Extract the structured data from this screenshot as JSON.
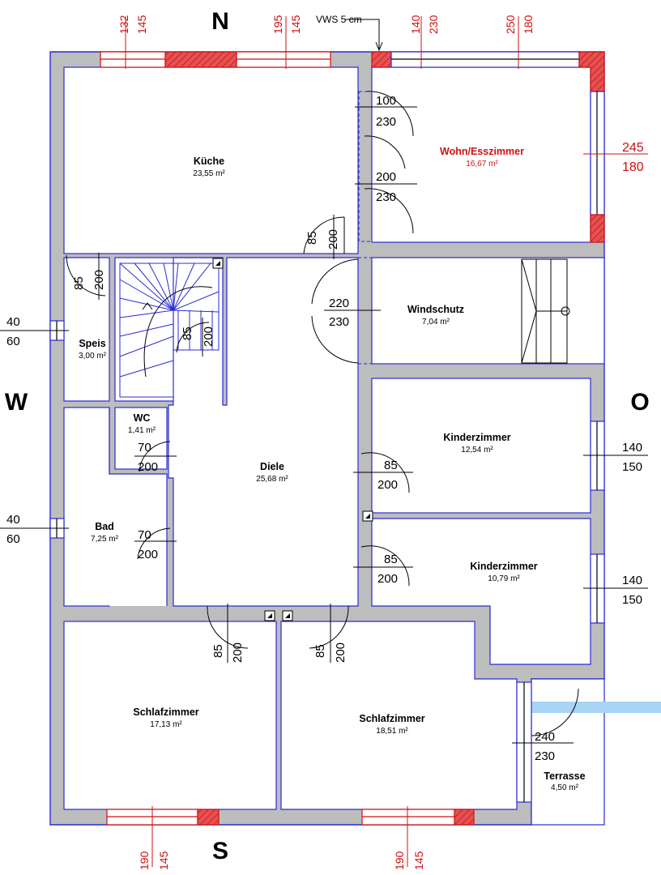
{
  "compass": {
    "north": "N",
    "south": "S",
    "west": "W",
    "east": "O"
  },
  "annotation": {
    "vws": "VWS 5 cm"
  },
  "rooms": {
    "kueche": {
      "name": "Küche",
      "area": "23,55 m²"
    },
    "wohn": {
      "name": "Wohn/Esszimmer",
      "area": "16,67 m²"
    },
    "windschutz": {
      "name": "Windschutz",
      "area": "7,04 m²"
    },
    "speis": {
      "name": "Speis",
      "area": "3,00 m²"
    },
    "wc": {
      "name": "WC",
      "area": "1,41 m²"
    },
    "diele": {
      "name": "Diele",
      "area": "25,68 m²"
    },
    "bad": {
      "name": "Bad",
      "area": "7,25 m²"
    },
    "kinder1": {
      "name": "Kinderzimmer",
      "area": "12,54 m²"
    },
    "kinder2": {
      "name": "Kinderzimmer",
      "area": "10,79 m²"
    },
    "schlaf1": {
      "name": "Schlafzimmer",
      "area": "17,13 m²"
    },
    "schlaf2": {
      "name": "Schlafzimmer",
      "area": "18,51 m²"
    },
    "terrasse": {
      "name": "Terrasse",
      "area": "4,50 m²"
    }
  },
  "window_dims": {
    "n1a": "132",
    "n1b": "145",
    "n2a": "195",
    "n2b": "145",
    "n3a": "140",
    "n3b": "230",
    "n4a": "250",
    "n4b": "180",
    "e_wohn_a": "245",
    "e_wohn_b": "180",
    "e_k1_a": "140",
    "e_k1_b": "150",
    "e_k2_a": "140",
    "e_k2_b": "150",
    "w_speis_a": "40",
    "w_speis_b": "60",
    "w_bad_a": "40",
    "w_bad_b": "60",
    "s1a": "190",
    "s1b": "145",
    "s2a": "190",
    "s2b": "145"
  },
  "door_dims": {
    "kw1a": "100",
    "kw1b": "230",
    "kw2a": "200",
    "kw2b": "230",
    "kd_a": "85",
    "kd_b": "200",
    "speis_a": "85",
    "speis_b": "200",
    "stair_a": "85",
    "stair_b": "200",
    "ws_a": "220",
    "ws_b": "230",
    "wc_a": "70",
    "wc_b": "200",
    "bad_a": "70",
    "bad_b": "200",
    "k1_a": "85",
    "k1_b": "200",
    "k2_a": "85",
    "k2_b": "200",
    "s1_a": "85",
    "s1_b": "200",
    "s2_a": "85",
    "s2_b": "200",
    "ter_a": "240",
    "ter_b": "230"
  },
  "colors": {
    "wall": "#bdbdbd",
    "wall_edge": "#2b2bd6",
    "dim_red": "#d01010",
    "hatch": "#e23a3a",
    "wohn_label": "#d01010",
    "terrace_band": "#a8d4f5"
  }
}
